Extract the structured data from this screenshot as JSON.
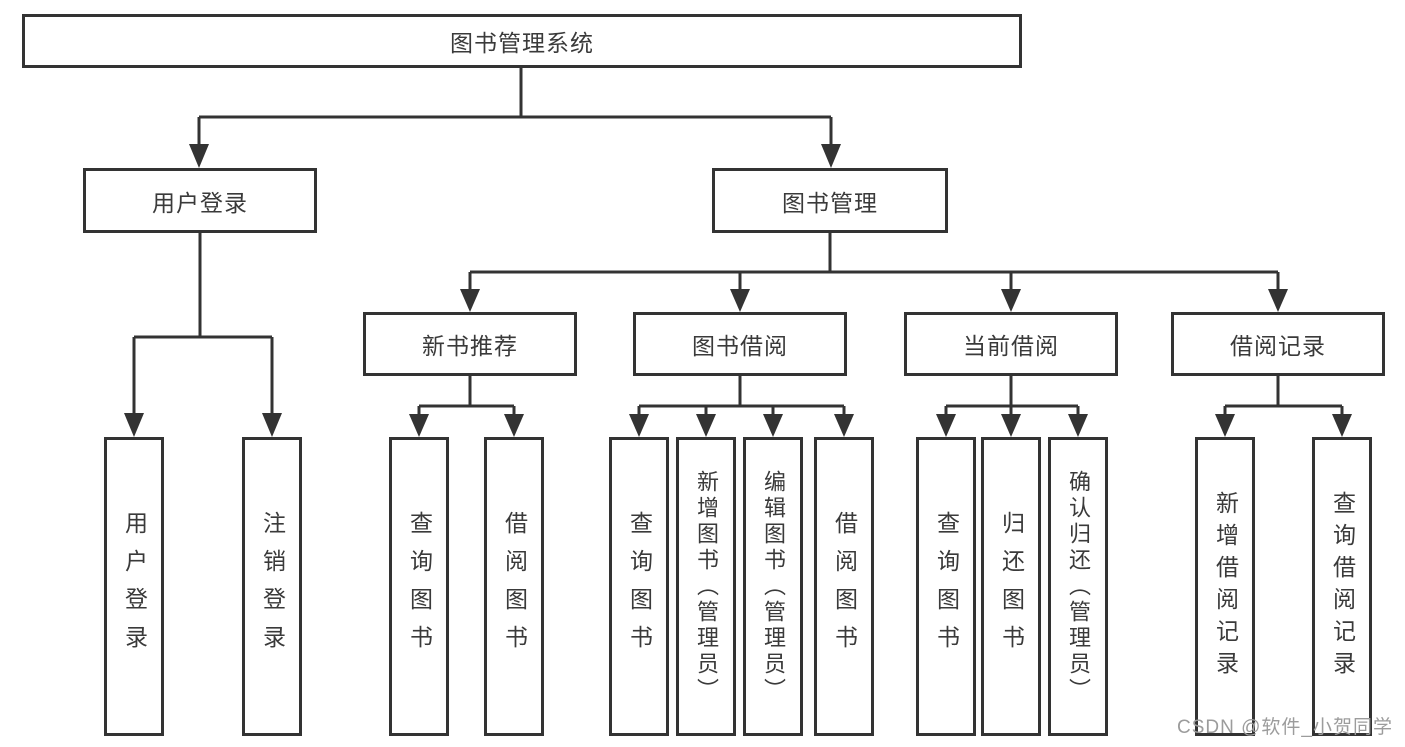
{
  "diagram": {
    "root": {
      "label": "图书管理系统"
    },
    "level2": [
      {
        "label": "用户登录",
        "children_labels": [
          "用户登录",
          "注销登录"
        ]
      },
      {
        "label": "图书管理",
        "children_labels": [
          "新书推荐",
          "图书借阅",
          "当前借阅",
          "借阅记录"
        ]
      }
    ],
    "level3": [
      {
        "label": "新书推荐",
        "children_labels": [
          "查询图书",
          "借阅图书"
        ]
      },
      {
        "label": "图书借阅",
        "children_labels": [
          "查询图书",
          "新增图书（管理员）",
          "编辑图书（管理员）",
          "借阅图书"
        ]
      },
      {
        "label": "当前借阅",
        "children_labels": [
          "查询图书",
          "归还图书",
          "确认归还（管理员）"
        ]
      },
      {
        "label": "借阅记录",
        "children_labels": [
          "新增借阅记录",
          "查询借阅记录"
        ]
      }
    ],
    "leaves": [
      {
        "label": "用户登录",
        "parent": "用户登录"
      },
      {
        "label": "注销登录",
        "parent": "用户登录"
      },
      {
        "label": "查询图书",
        "parent": "新书推荐"
      },
      {
        "label": "借阅图书",
        "parent": "新书推荐"
      },
      {
        "label": "查询图书",
        "parent": "图书借阅"
      },
      {
        "label": "新增图书（管理员）",
        "parent": "图书借阅"
      },
      {
        "label": "编辑图书（管理员）",
        "parent": "图书借阅"
      },
      {
        "label": "借阅图书",
        "parent": "图书借阅"
      },
      {
        "label": "查询图书",
        "parent": "当前借阅"
      },
      {
        "label": "归还图书",
        "parent": "当前借阅"
      },
      {
        "label": "确认归还（管理员）",
        "parent": "当前借阅"
      },
      {
        "label": "新增借阅记录",
        "parent": "借阅记录"
      },
      {
        "label": "查询借阅记录",
        "parent": "借阅记录"
      }
    ]
  },
  "watermark": "CSDN @软件_小贺同学",
  "colors": {
    "line": "#333333",
    "text": "#3a3a3a",
    "watermark": "#9c9c9c",
    "background": "#ffffff"
  }
}
